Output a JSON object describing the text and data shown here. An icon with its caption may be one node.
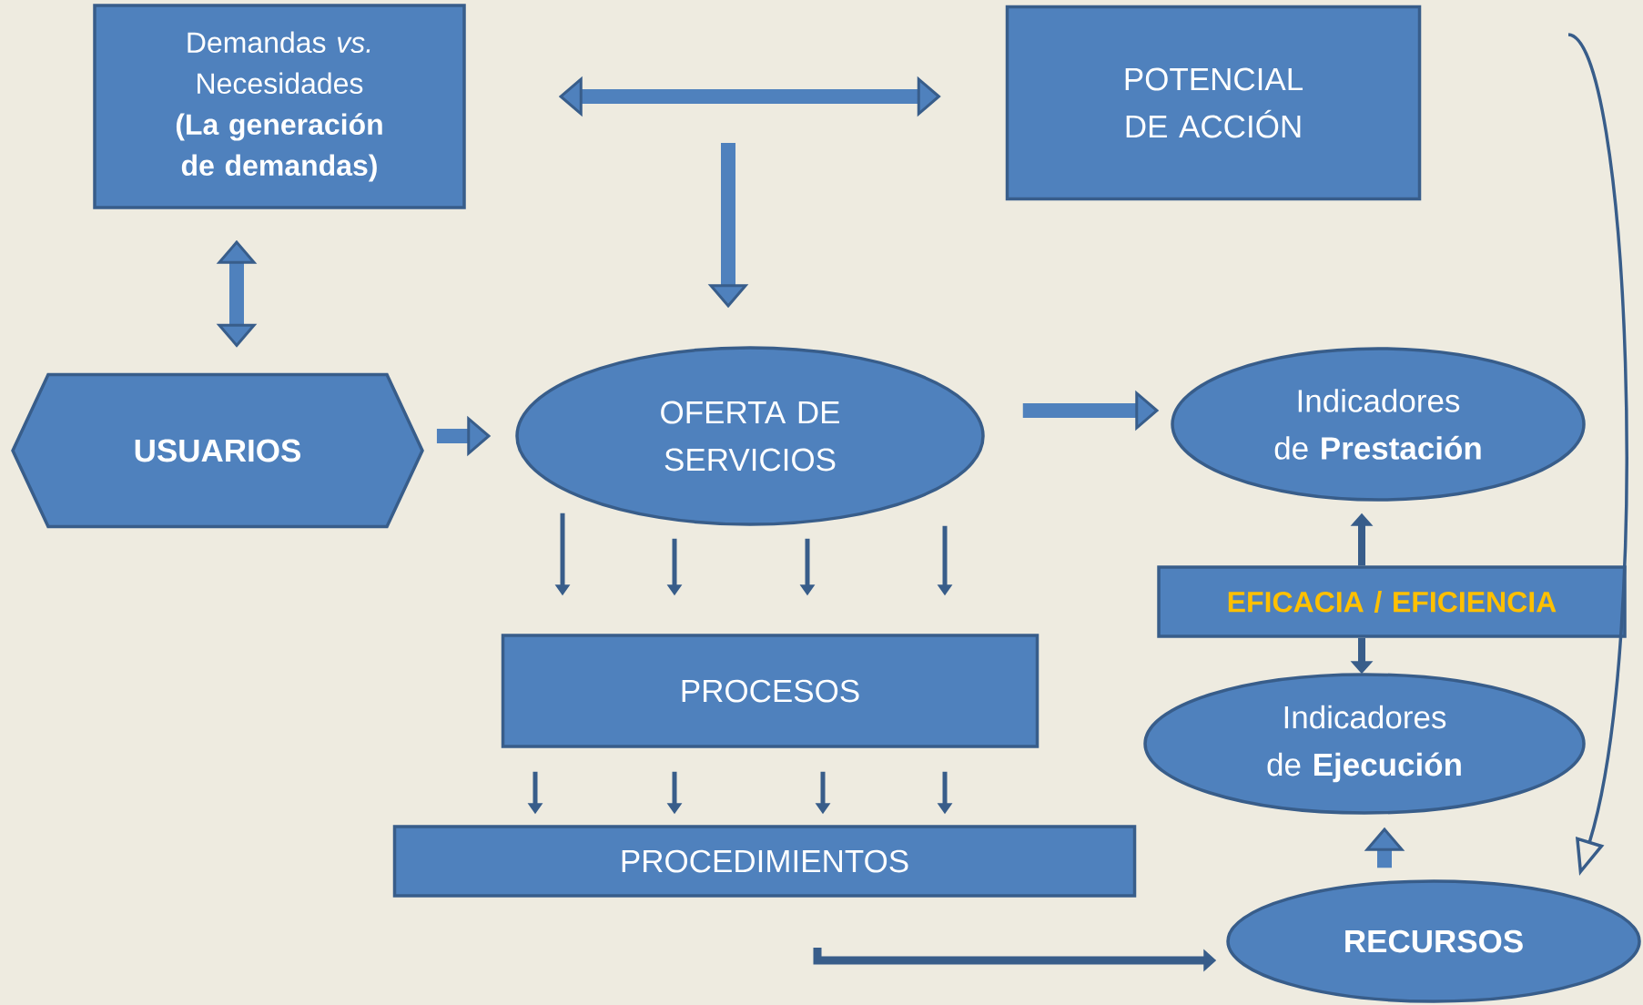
{
  "diagram": {
    "nodes": [
      {
        "text": [
          "Demandas *vs.* Necesidades",
          "(La generación de demandas)"
        ]
      },
      {
        "text": [
          "POTENCIAL DE ACCIÓN"
        ]
      },
      {
        "text": [
          "USUARIOS"
        ]
      },
      {
        "text": [
          "OFERTA DE SERVICIOS"
        ]
      },
      {
        "text": [
          "Indicadores de **Prestación**"
        ]
      },
      {
        "text": [
          "EFICACIA / EFICIENCIA"
        ]
      },
      {
        "text": [
          "PROCESOS"
        ]
      },
      {
        "text": [
          "Indicadores de **Ejecución**"
        ]
      },
      {
        "text": [
          "PROCEDIMIENTOS"
        ]
      },
      {
        "text": [
          "RECURSOS"
        ]
      }
    ],
    "edges": [
      {
        "from": 0,
        "to": 1,
        "arrow": "both",
        "style": "thick"
      },
      {
        "from": 0,
        "to": 2,
        "arrow": "both",
        "style": "thick"
      },
      {
        "from": null,
        "to": 3,
        "arrow": "to",
        "style": "thick"
      },
      {
        "from": 2,
        "to": 3,
        "arrow": "to",
        "style": "thick"
      },
      {
        "from": 3,
        "to": 4,
        "arrow": "to",
        "style": "thick"
      },
      {
        "from": 3,
        "to": 6,
        "arrow": "to"
      },
      {
        "from": 3,
        "to": 6,
        "arrow": "to"
      },
      {
        "from": 3,
        "to": 6,
        "arrow": "to"
      },
      {
        "from": 3,
        "to": 6,
        "arrow": "to"
      },
      {
        "from": 6,
        "to": 8,
        "arrow": "to"
      },
      {
        "from": 6,
        "to": 8,
        "arrow": "to"
      },
      {
        "from": 6,
        "to": 8,
        "arrow": "to"
      },
      {
        "from": 6,
        "to": 8,
        "arrow": "to"
      },
      {
        "from": 5,
        "to": 4,
        "arrow": "to"
      },
      {
        "from": 5,
        "to": 7,
        "arrow": "to"
      },
      {
        "from": 9,
        "to": 7,
        "arrow": "to",
        "style": "thick"
      },
      {
        "from": null,
        "to": 9,
        "arrow": "to"
      },
      {
        "from": null,
        "to": 9,
        "arrow": "to",
        "style": "thick"
      }
    ]
  }
}
